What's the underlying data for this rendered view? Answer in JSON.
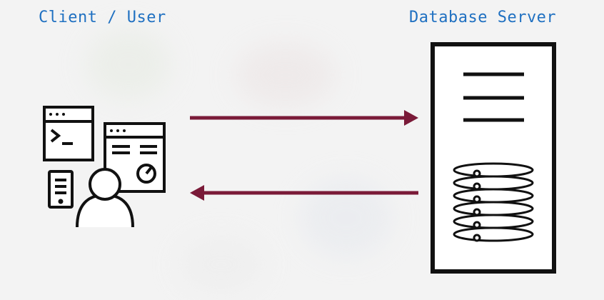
{
  "labels": {
    "client": "Client / User",
    "server": "Database Server"
  },
  "colors": {
    "background": "#f3f3f3",
    "label": "#1f70c1",
    "arrow": "#7a1a38",
    "icon_stroke": "#111111"
  },
  "icons": [
    "terminal-window-icon",
    "dashboard-window-icon",
    "mobile-device-icon",
    "user-silhouette-icon",
    "server-icon",
    "database-coil-icon"
  ],
  "arrows": [
    "request-arrow",
    "response-arrow"
  ]
}
